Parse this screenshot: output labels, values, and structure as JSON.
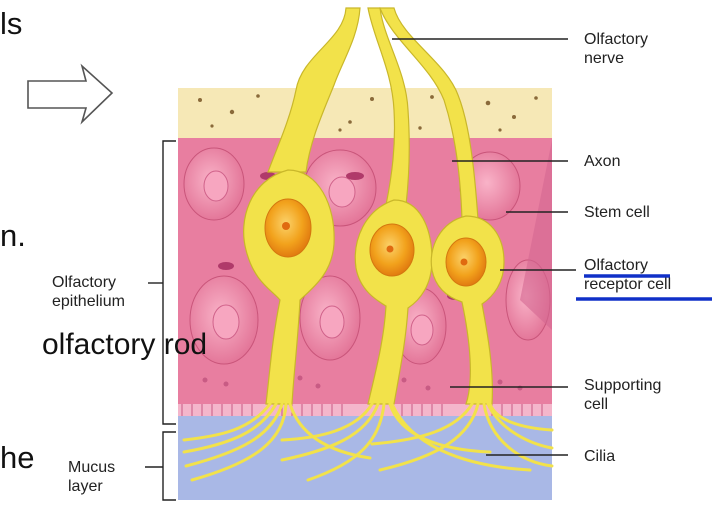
{
  "slide_fragments": {
    "f1": "ls",
    "f2": "n.",
    "f3": "he"
  },
  "labels": {
    "olfactory_nerve": [
      "Olfactory",
      "nerve"
    ],
    "axon": "Axon",
    "stem_cell": "Stem cell",
    "olfactory_receptor_cell": [
      "Olfactory",
      "receptor cell"
    ],
    "supporting_cell": [
      "Supporting",
      "cell"
    ],
    "cilia": "Cilia",
    "olfactory_epithelium": [
      "Olfactory",
      "epithelium"
    ],
    "mucus_layer": [
      "Mucus",
      "layer"
    ],
    "overlay": "olfactory rod"
  },
  "colors": {
    "underline": "#1030c8",
    "epithelium": "#e87ea0",
    "mucus": "#a9b8e6",
    "neuron": "#f2e24a",
    "nucleus": "#f2a21c"
  }
}
